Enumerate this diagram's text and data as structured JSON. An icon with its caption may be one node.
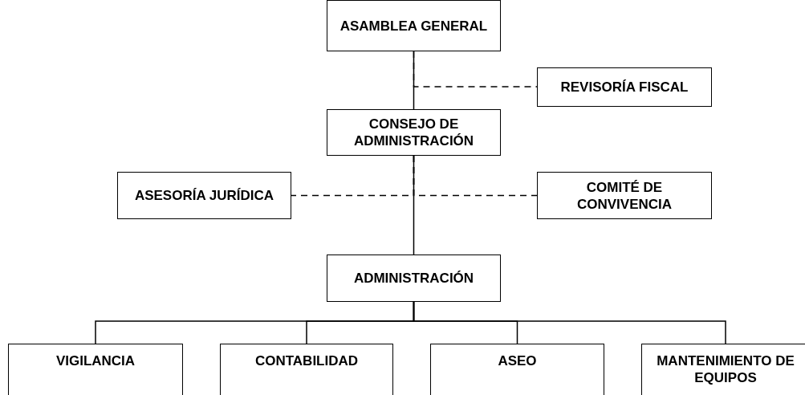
{
  "diagram": {
    "nodes": [
      {
        "text": [
          "ASAMBLEA GENERAL"
        ]
      },
      {
        "text": [
          "REVISORÍA FISCAL"
        ]
      },
      {
        "text": [
          "CONSEJO DE ADMINISTRACIÓN"
        ]
      },
      {
        "text": [
          "ASESORÍA JURÍDICA"
        ]
      },
      {
        "text": [
          "COMITÉ DE CONVIVENCIA"
        ]
      },
      {
        "text": [
          "ADMINISTRACIÓN"
        ]
      },
      {
        "text": [
          "VIGILANCIA"
        ]
      },
      {
        "text": [
          "CONTABILIDAD"
        ]
      },
      {
        "text": [
          "ASEO"
        ]
      },
      {
        "text": [
          "MANTENIMIENTO DE EQUIPOS"
        ]
      }
    ],
    "edges": [
      {
        "from": 0,
        "to": 2,
        "arrow": "none"
      },
      {
        "from": 0,
        "to": 1,
        "arrow": "none",
        "style": "dashed"
      },
      {
        "from": 2,
        "to": 3,
        "arrow": "none",
        "style": "dashed"
      },
      {
        "from": 2,
        "to": 4,
        "arrow": "none",
        "style": "dashed"
      },
      {
        "from": 2,
        "to": 5,
        "arrow": "none"
      },
      {
        "from": 5,
        "to": 6,
        "arrow": "none"
      },
      {
        "from": 5,
        "to": 7,
        "arrow": "none"
      },
      {
        "from": 5,
        "to": 8,
        "arrow": "none"
      },
      {
        "from": 5,
        "to": 9,
        "arrow": "none"
      }
    ]
  }
}
